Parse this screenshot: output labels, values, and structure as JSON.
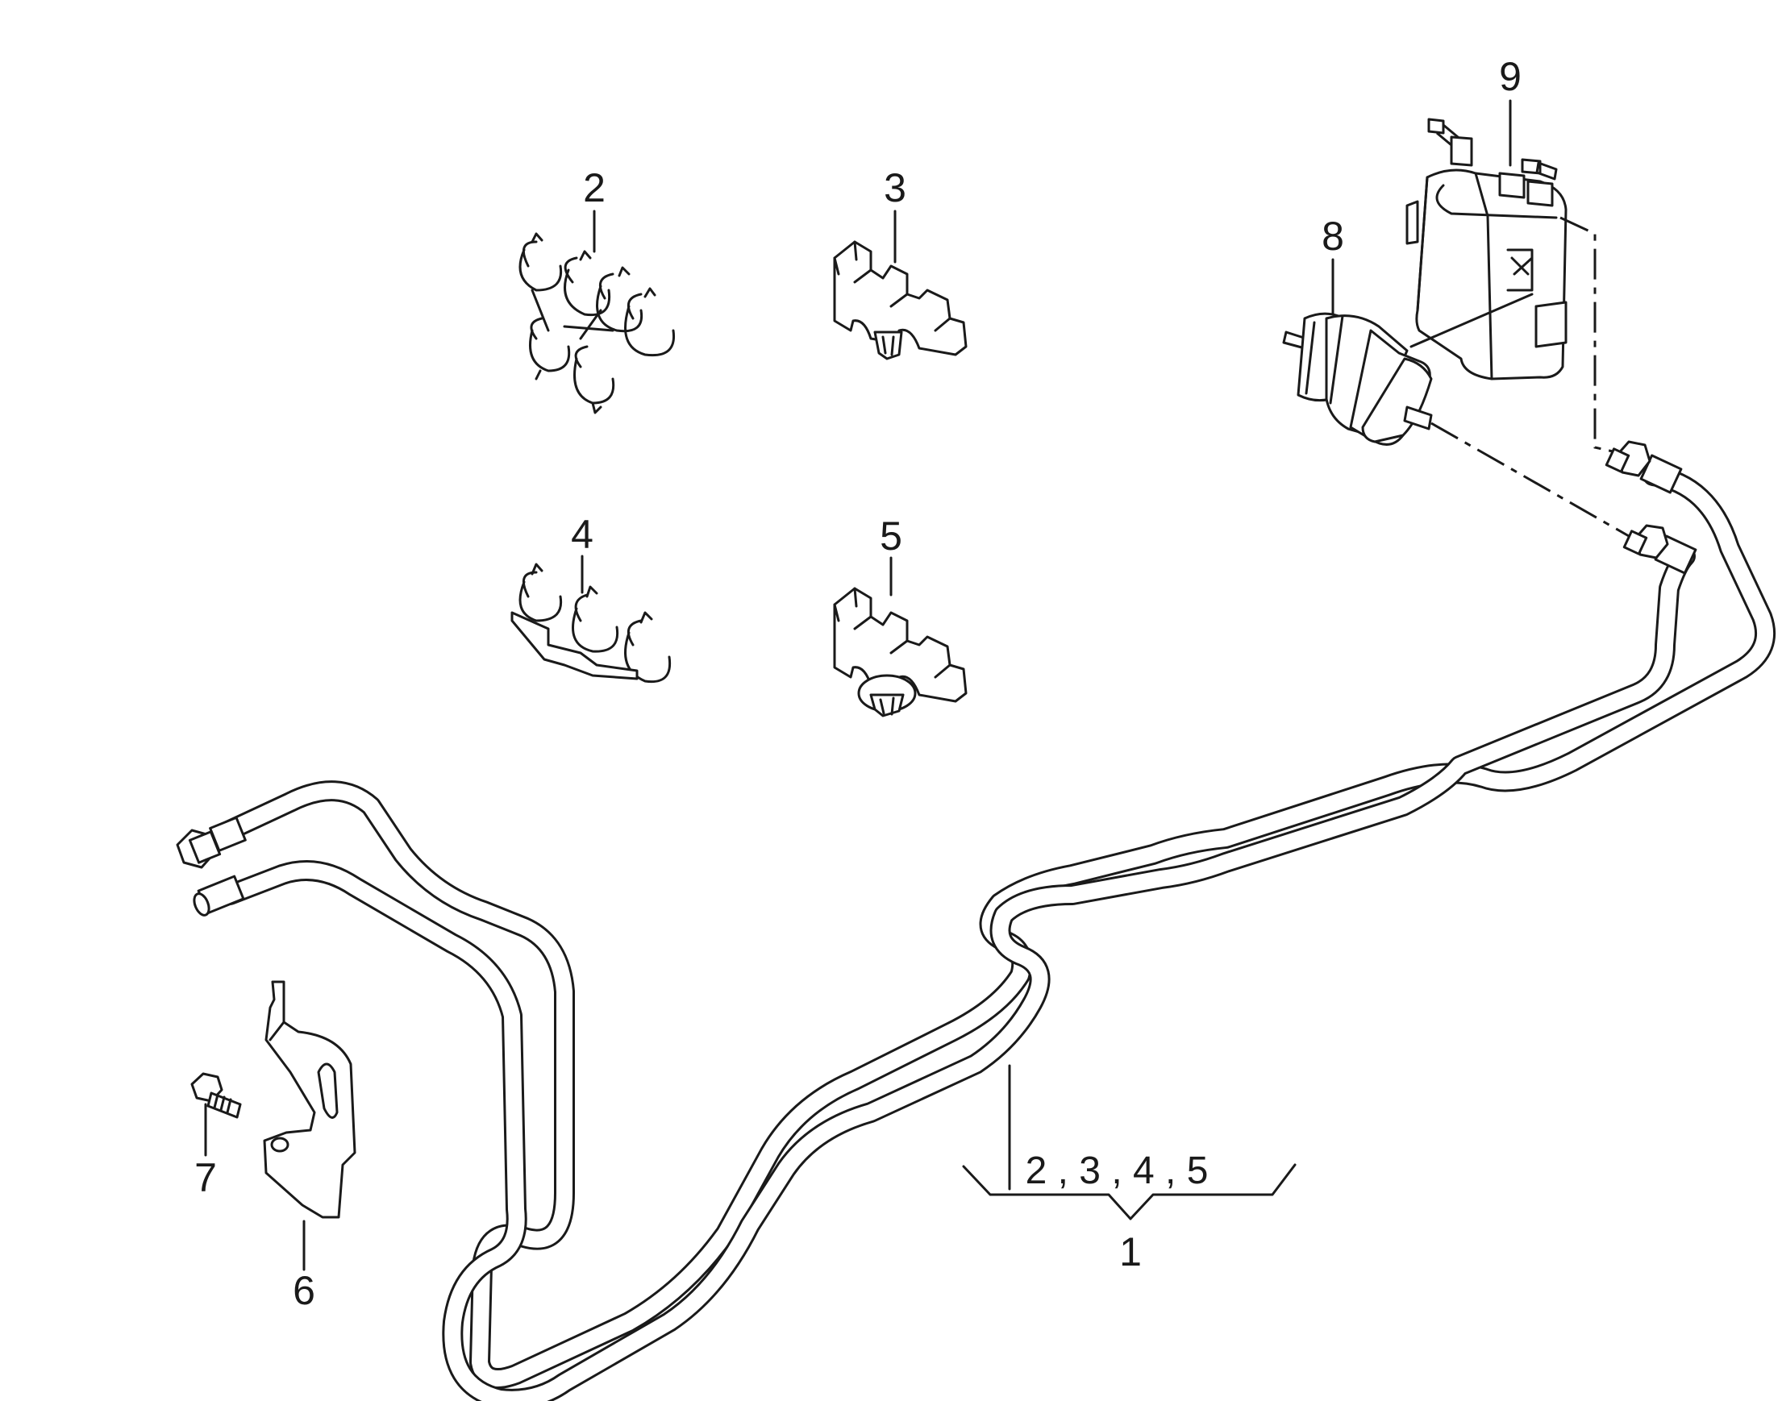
{
  "callouts": {
    "c1": "1",
    "c2": "2",
    "c3": "3",
    "c4": "4",
    "c5": "5",
    "c6": "6",
    "c7": "7",
    "c8": "8",
    "c9": "9",
    "group": "2 , 3 , 4 , 5"
  }
}
